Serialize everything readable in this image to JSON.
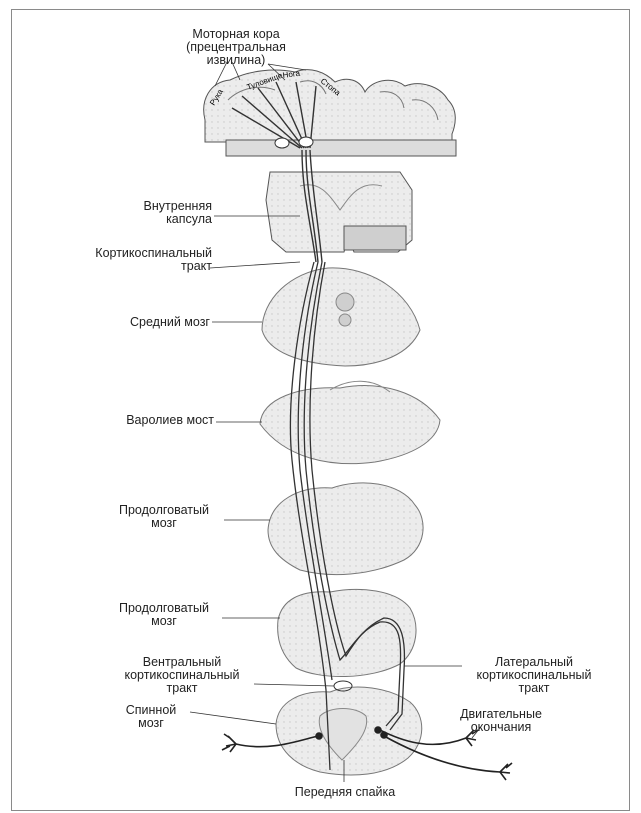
{
  "labels": {
    "motor_cortex": "Моторная кора\n(прецентральная\nизвилина)",
    "hand": "Рука",
    "torso": "Туловище",
    "leg": "Нога",
    "foot": "Стопа",
    "internal_capsule": "Внутренняя\nкапсула",
    "corticospinal_tract": "Кортикоспинальный\nтракт",
    "midbrain": "Средний мозг",
    "pons": "Варолиев мост",
    "medulla_1": "Продолговатый\nмозг",
    "medulla_2": "Продолговатый\nмозг",
    "ventral_tract": "Вентральный\nкортикоспинальный\nтракт",
    "lateral_tract": "Латеральный\nкортикоспинальный\nтракт",
    "spinal_cord": "Спинной\nмозг",
    "motor_endings": "Двигательные\nокончания",
    "anterior_commissure": "Передняя спайка"
  }
}
